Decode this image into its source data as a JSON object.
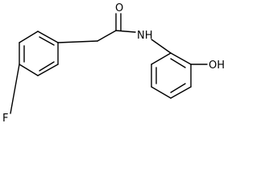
{
  "molecule": {
    "atoms": {
      "oxygen_carbonyl": "O",
      "amide_nitrogen": "NH",
      "fluorine": "F",
      "hydroxyl": "OH"
    }
  }
}
